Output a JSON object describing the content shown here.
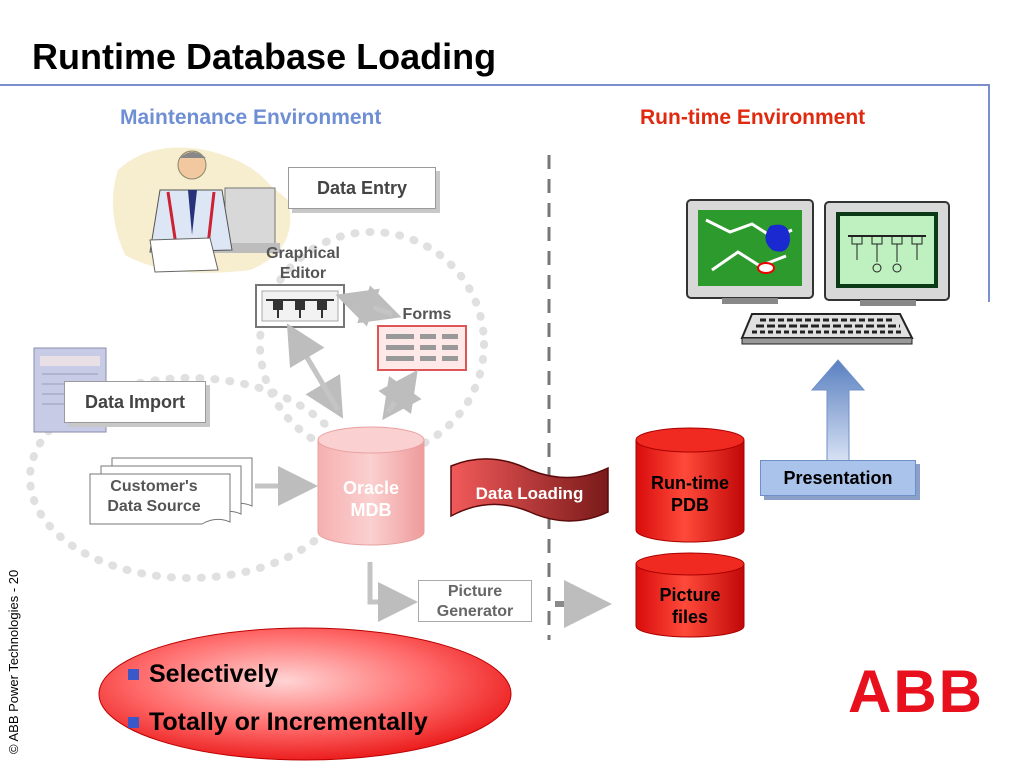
{
  "slide": {
    "title": "Runtime Database Loading",
    "maintenance_label": "Maintenance Environment",
    "runtime_label": "Run-time Environment",
    "copyright": "© ABB Power Technologies - 20",
    "logo": "ABB"
  },
  "maintenance": {
    "data_entry": "Data Entry",
    "graphical_editor": [
      "Graphical",
      "Editor"
    ],
    "forms": "Forms",
    "data_import": "Data Import",
    "customer_source": [
      "Customer's",
      "Data Source"
    ],
    "oracle_mdb": [
      "Oracle",
      "MDB"
    ],
    "picture_generator": [
      "Picture",
      "Generator"
    ]
  },
  "runtime": {
    "data_loading": "Data Loading",
    "runtime_pdb": [
      "Run-time",
      "PDB"
    ],
    "picture_files": [
      "Picture",
      "files"
    ],
    "presentation": "Presentation"
  },
  "bullets": [
    "Selectively",
    "Totally or Incrementally"
  ],
  "colors": {
    "maintenance": "#6f8fd4",
    "runtime": "#e02a10",
    "cylinder_red": "#e01818",
    "cylinder_pink": "#f4a8a8",
    "logo": "#e8101c"
  },
  "icons": [
    "person-at-computer-icon",
    "server-icon",
    "monitor-icon",
    "keyboard-icon"
  ]
}
